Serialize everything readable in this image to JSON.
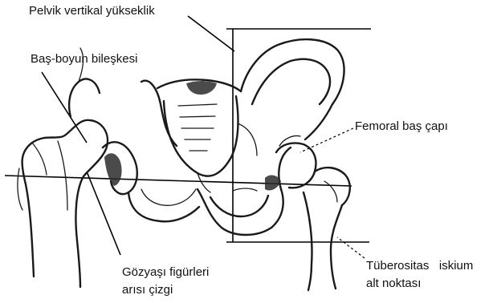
{
  "labels": {
    "pelvic_height": "Pelvik vertikal yükseklik",
    "head_neck_junction": "Baş-boyun bileşkesi",
    "femoral_head_diameter": "Femoral baş çapı",
    "teardrop_line_1": "Gözyaşı figürleri",
    "teardrop_line_2": "arısı çizgi",
    "tuberosity_line_1": "Tüberositas   iskium",
    "tuberosity_line_2": "alt noktası"
  }
}
